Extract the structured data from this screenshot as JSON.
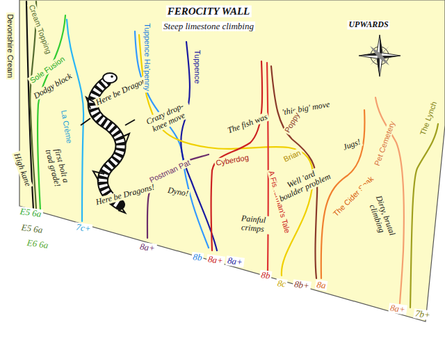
{
  "diagram": {
    "title": "FEROCITY WALL",
    "labels": [
      "Steep limestone climbing",
      "UPWARDS",
      "Devonshire Cream",
      "Cream Topping",
      "Sole Fusion",
      "Dodgy block",
      "Here be Dragons!",
      "La Crème",
      "High kane",
      "first bolt a trad grade!",
      "Here be Dragons!",
      "Tuppence Ha'penny",
      "Tuppence",
      "Crazy drop-knee move",
      "Postman Pat",
      "Dyno!",
      "Cyberdog",
      "The fish was",
      "'this big' move",
      "A Fisherman's Tale",
      "Poppy",
      "Brian",
      "Well 'ard boulder problem",
      "Painful crimps",
      "The Cider Soak",
      "Jugs!",
      "Pet Cemetery",
      "Dirty, brutal climbing",
      "The Lynch",
      "E5 6a",
      "E5 6a",
      "E6 6a",
      "7c+",
      "8a+",
      "8b",
      "8a+",
      "8a+",
      "8b",
      "8c",
      "8b+",
      "8a",
      "8a+",
      "7b+"
    ]
  }
}
